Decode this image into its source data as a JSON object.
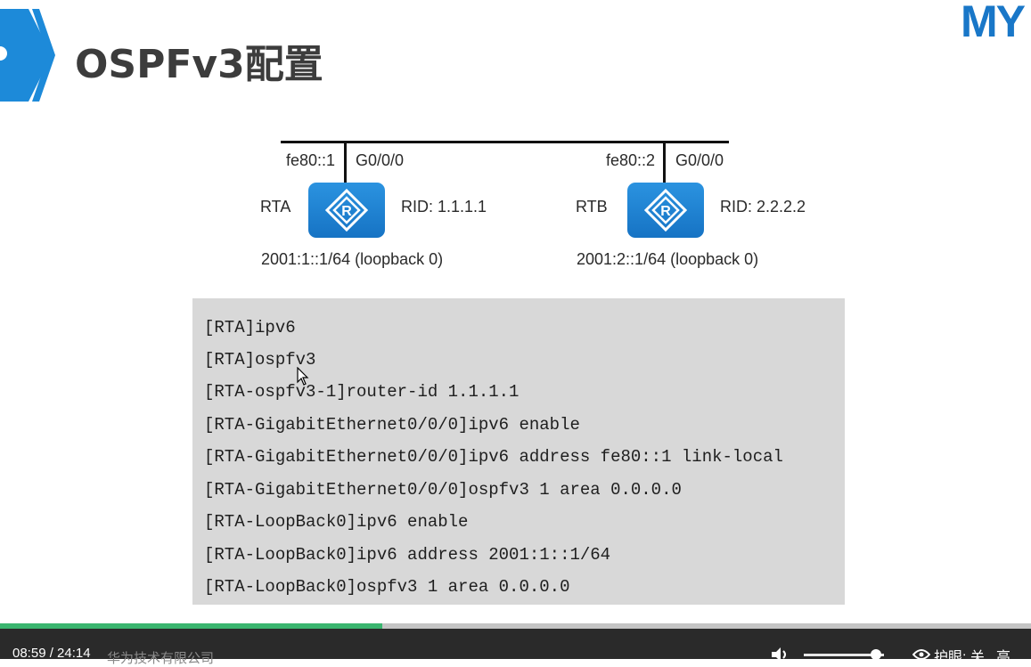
{
  "slide": {
    "title": "OSPFv3配置",
    "logo_text_a": "MY",
    "logo_text_b": "",
    "accent_color": "#1d8ad9"
  },
  "topology": {
    "rta": {
      "name": "RTA",
      "link_local": "fe80::1",
      "interface": "G0/0/0",
      "rid": "RID: 1.1.1.1",
      "loopback": "2001:1::1/64 (loopback 0)",
      "icon": "router-icon"
    },
    "rtb": {
      "name": "RTB",
      "link_local": "fe80::2",
      "interface": "G0/0/0",
      "rid": "RID: 2.2.2.2",
      "loopback": "2001:2::1/64 (loopback 0)",
      "icon": "router-icon"
    }
  },
  "config_lines": [
    "[RTA]ipv6",
    "[RTA]ospfv3",
    "[RTA-ospfv3-1]router-id 1.1.1.1",
    "[RTA-GigabitEthernet0/0/0]ipv6 enable",
    "[RTA-GigabitEthernet0/0/0]ipv6 address fe80::1 link-local",
    "[RTA-GigabitEthernet0/0/0]ospfv3 1 area 0.0.0.0",
    "[RTA-LoopBack0]ipv6 enable",
    "[RTA-LoopBack0]ipv6 address 2001:1::1/64",
    "[RTA-LoopBack0]ospfv3 1 area 0.0.0.0"
  ],
  "player": {
    "time": "08:59 / 24:14",
    "watermark": "华为技术有限公司",
    "progress_fraction": 0.371,
    "volume_fraction": 0.9,
    "eye_protect_label": "护眼: 关",
    "badge_text": "高",
    "progress_color": "#3ab56f"
  }
}
